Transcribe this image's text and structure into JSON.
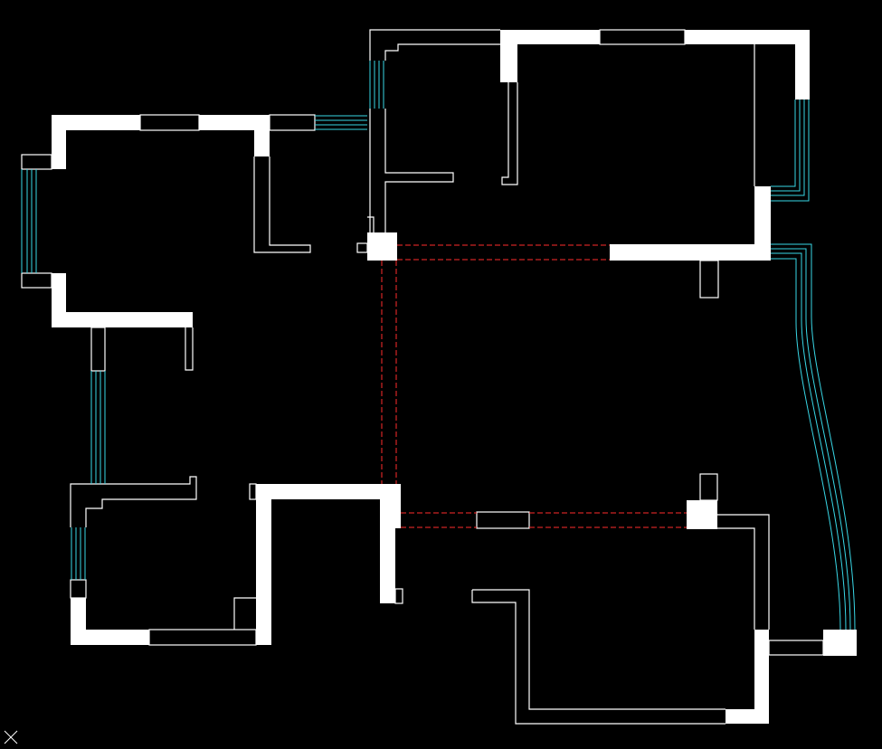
{
  "viewport": {
    "background": "#000000"
  },
  "colors": {
    "wall": "#ffffff",
    "outline": "#ffffff",
    "window": "#39d7e6",
    "beam": "#ff2b2b"
  },
  "icons": {
    "ucs": "ucs-axis-icon"
  },
  "ucs_label": "X",
  "drawing": {
    "layers": [
      "walls",
      "windows",
      "beams"
    ]
  }
}
